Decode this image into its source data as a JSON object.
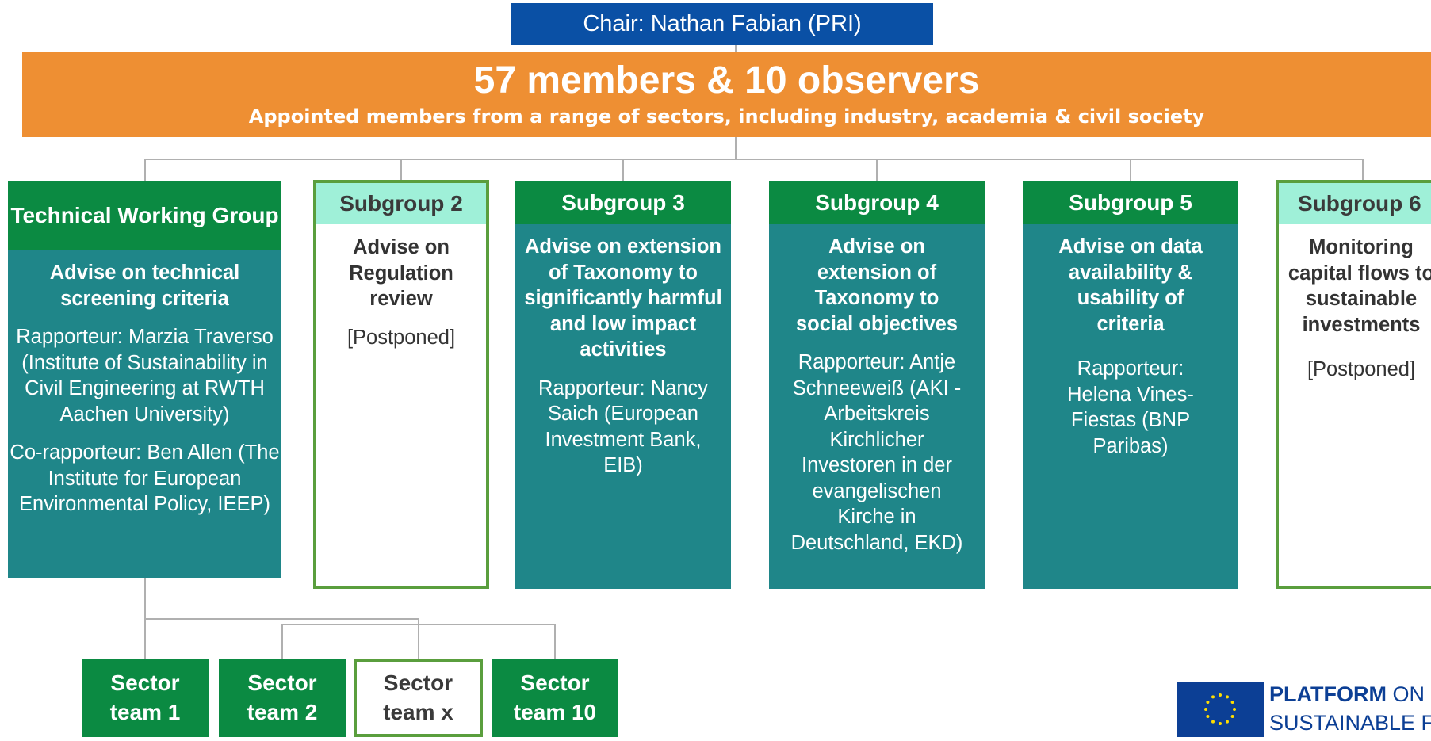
{
  "chair": "Chair: Nathan Fabian (PRI)",
  "banner": {
    "title": "57 members & 10 observers",
    "subtitle": "Appointed members from a range of sectors, including industry, academia & civil society"
  },
  "groups": [
    {
      "header": "Technical Working Group",
      "task": "Advise on technical screening criteria",
      "details": [
        "Rapporteur: Marzia Traverso (Institute of Sustainability in Civil Engineering at RWTH Aachen University)",
        "Co-rapporteur: Ben Allen (The Institute for European Environmental Policy, IEEP)"
      ]
    },
    {
      "header": "Subgroup 2",
      "task": "Advise on Regulation review",
      "details": [
        "[Postponed]"
      ]
    },
    {
      "header": "Subgroup 3",
      "task": "Advise on extension of Taxonomy to significantly harmful and low impact activities",
      "details": [
        "Rapporteur: Nancy Saich (European Investment Bank, EIB)"
      ]
    },
    {
      "header": "Subgroup 4",
      "task": "Advise on extension of Taxonomy to social objectives",
      "details": [
        "Rapporteur: Antje Schneeweiß (AKI - Arbeitskreis Kirchlicher Investoren in der evangelischen Kirche in Deutschland, EKD)"
      ]
    },
    {
      "header": "Subgroup 5",
      "task": "Advise on data availability & usability of criteria",
      "details": [
        "Rapporteur: Helena Vines-Fiestas (BNP Paribas)"
      ]
    },
    {
      "header": "Subgroup 6",
      "task": "Monitoring capital flows to sustainable investments",
      "details": [
        "[Postponed]"
      ]
    }
  ],
  "sector_teams": [
    "Sector team 1",
    "Sector team 2",
    "Sector team x",
    "Sector team 10"
  ],
  "logo": {
    "line1_bold": "PLATFORM",
    "line1_rest": " ON",
    "line2": "SUSTAINABLE FI"
  },
  "colors": {
    "chair_blue": "#0a50a5",
    "banner_orange": "#ee8f33",
    "header_green": "#0b8a42",
    "header_light": "#9ff0d8",
    "body_teal": "#1f8689",
    "outline_green": "#5a9e3d"
  }
}
